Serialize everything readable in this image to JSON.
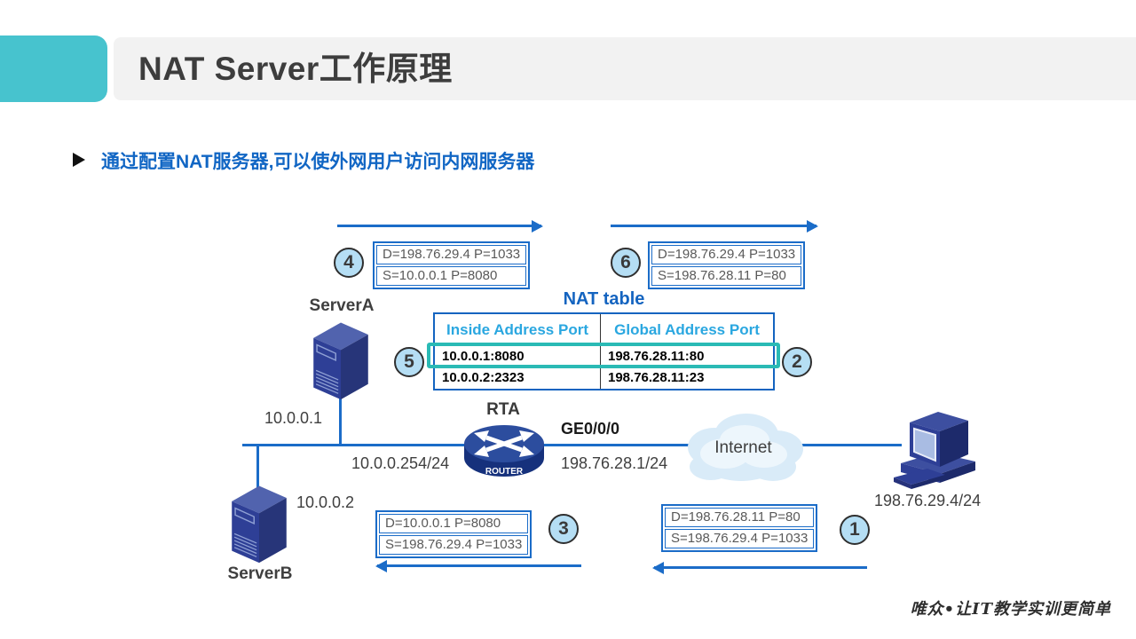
{
  "header": {
    "title": "NAT Server工作原理"
  },
  "bullet": {
    "text": "通过配置NAT服务器,可以使外网用户访问内网服务器"
  },
  "diagram": {
    "nat_table": {
      "title": "NAT table",
      "headers": [
        "Inside Address Port",
        "Global Address Port"
      ],
      "rows": [
        [
          "10.0.0.1:8080",
          "198.76.28.11:80"
        ],
        [
          "10.0.0.2:2323",
          "198.76.28.11:23"
        ]
      ]
    },
    "packets": {
      "p4": {
        "step": "4",
        "line1": "D=198.76.29.4 P=1033",
        "line2": "S=10.0.0.1 P=8080"
      },
      "p6": {
        "step": "6",
        "line1": "D=198.76.29.4 P=1033",
        "line2": "S=198.76.28.11 P=80"
      },
      "p3": {
        "step": "3",
        "line1": "D=10.0.0.1 P=8080",
        "line2": "S=198.76.29.4 P=1033"
      },
      "p1": {
        "step": "1",
        "line1": "D=198.76.28.11 P=80",
        "line2": "S=198.76.29.4 P=1033"
      }
    },
    "steps": {
      "s2": "2",
      "s5": "5"
    },
    "nodes": {
      "serverA": {
        "label": "ServerA",
        "ip": "10.0.0.1"
      },
      "serverB": {
        "label": "ServerB",
        "ip": "10.0.0.2"
      },
      "router": {
        "label": "RTA",
        "icon_text": "ROUTER",
        "left_ip": "10.0.0.254/24",
        "right_ip": "198.76.28.1/24",
        "interface": "GE0/0/0"
      },
      "internet": {
        "label": "Internet"
      },
      "pc": {
        "ip": "198.76.29.4/24"
      }
    }
  },
  "footer": {
    "watermark": "唯众•让IT教学实训更简单"
  },
  "colors": {
    "accent_teal": "#47C3CE",
    "header_bar_gray": "#F2F2F2",
    "line_blue": "#1B6CC8",
    "table_title_blue": "#1464C0",
    "table_header_text": "#2AA7E0",
    "row_highlight_teal": "#2ABAB5",
    "bullet_text_blue": "#1166C4",
    "step_circle_fill": "#B5DEF4",
    "packet_text_gray": "#595959",
    "icon_navy": "#2E3F96"
  }
}
